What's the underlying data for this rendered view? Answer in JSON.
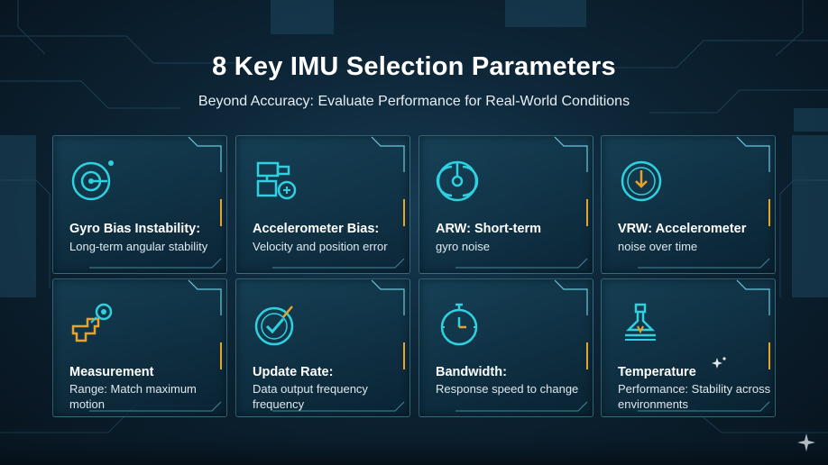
{
  "header": {
    "title": "8 Key IMU Selection Parameters",
    "subtitle": "Beyond Accuracy: Evaluate Performance for Real-World Conditions"
  },
  "colors": {
    "icon_accent": "#2fd1e0",
    "corner_accent": "#e8a32a",
    "card_border": "#6ec8dc"
  },
  "cards": [
    {
      "name": "Gyro Bias Instability:",
      "desc": "Long-term angular stability",
      "icon": "gyro-target-icon"
    },
    {
      "name": "Accelerometer Bias:",
      "desc": "Velocity and position error",
      "icon": "accelerometer-blocks-icon"
    },
    {
      "name": "ARW: Short-term",
      "desc": "gyro noise",
      "icon": "angular-random-walk-icon"
    },
    {
      "name": "VRW: Accelerometer",
      "desc": "noise over time",
      "icon": "velocity-gauge-icon"
    },
    {
      "name": "Measurement",
      "desc": "Range: Match maximum motion",
      "icon": "measurement-range-icon"
    },
    {
      "name": "Update Rate:",
      "desc": "Data output frequency frequency",
      "icon": "update-rate-check-icon"
    },
    {
      "name": "Bandwidth:",
      "desc": "Response speed to change",
      "icon": "bandwidth-stopwatch-icon"
    },
    {
      "name": "Temperature",
      "desc": "Performance: Stability across environments",
      "icon": "temperature-sensor-icon"
    }
  ]
}
